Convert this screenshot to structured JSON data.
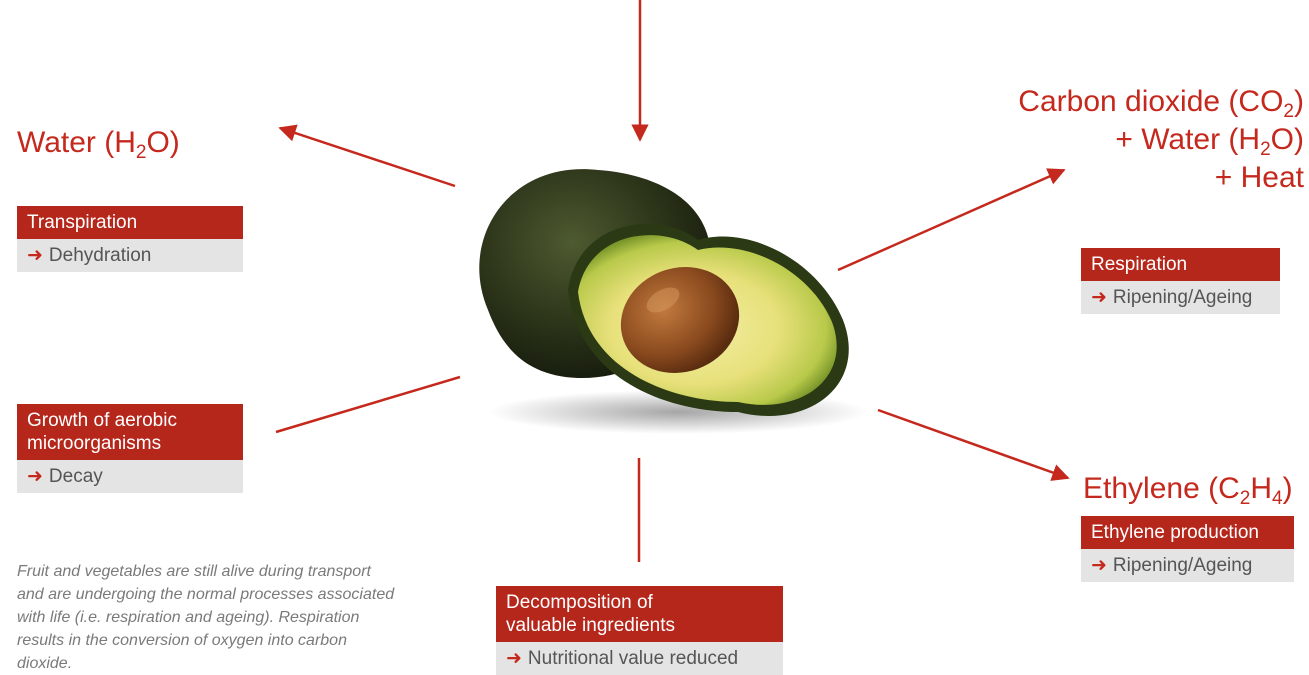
{
  "colors": {
    "accent": "#c5281c",
    "box_title_bg": "#b5261b",
    "box_result_bg": "#e4e4e4"
  },
  "water": {
    "heading_main": "Water (H",
    "heading_sub": "2",
    "heading_end": "O)",
    "title": "Transpiration",
    "arrow_glyph": "➜",
    "result": "Dehydration"
  },
  "aerobic": {
    "title_line1": "Growth of aerobic",
    "title_line2": "microorganisms",
    "arrow_glyph": "➜",
    "result": "Decay"
  },
  "respiration": {
    "line1_main": "Carbon dioxide (CO",
    "line1_sub": "2",
    "line1_end": ")",
    "line2_main": "+ Water (H",
    "line2_sub": "2",
    "line2_end": "O)",
    "line3": "+ Heat",
    "title": "Respiration",
    "arrow_glyph": "➜",
    "result": "Ripening/Ageing"
  },
  "ethylene": {
    "heading_main": "Ethylene (C",
    "heading_sub1": "2",
    "heading_mid": "H",
    "heading_sub2": "4",
    "heading_end": ")",
    "title": "Ethylene production",
    "arrow_glyph": "➜",
    "result": "Ripening/Ageing"
  },
  "decomposition": {
    "title_line1": "Decomposition of",
    "title_line2": "valuable ingredients",
    "arrow_glyph": "➜",
    "result": "Nutritional value reduced"
  },
  "note": {
    "text": "Fruit and vegetables are still alive during transport and are undergoing the normal processes associated with life (i.e. respiration and ageing). Respiration results in the conversion of oxygen into carbon dioxide."
  },
  "image": {
    "subject": "avocado-icon"
  }
}
